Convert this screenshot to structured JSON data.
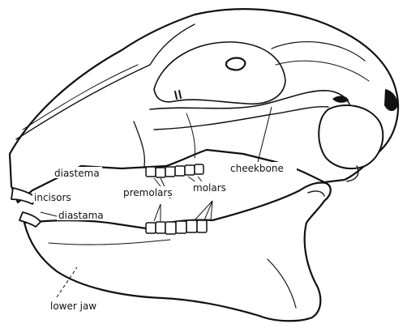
{
  "labels": {
    "diastema_upper": "diastema",
    "incisors": "incisors",
    "diastama_lower": "diastama",
    "premolars": "premolars",
    "molars": "molars",
    "cheekbone": "cheekbone",
    "lower_jaw": "lower jaw"
  },
  "colors": {
    "ink": "#111111",
    "paper": "#ffffff"
  }
}
